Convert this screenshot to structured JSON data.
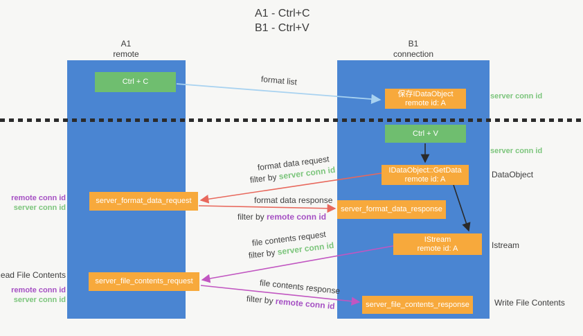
{
  "title": {
    "line1": "A1 - Ctrl+C",
    "line2": "B1 - Ctrl+V"
  },
  "columns": {
    "a1": {
      "name": "A1",
      "subtitle": "remote"
    },
    "b1": {
      "name": "B1",
      "subtitle": "connection"
    }
  },
  "nodes": {
    "ctrl_c": "Ctrl + C",
    "ctrl_v": "Ctrl + V",
    "save_dataobject": {
      "title": "保存IDataObject",
      "subtitle": "remote id: A"
    },
    "getdata": {
      "title": "IDataObject::GetData",
      "subtitle": "remote id: A"
    },
    "istream": {
      "title": "IStream",
      "subtitle": "remote id: A"
    },
    "format_request": "server_format_data_request",
    "format_response": "server_format_data_response",
    "file_request": "server_file_contents_request",
    "file_response": "server_file_contents_response"
  },
  "flow_labels": {
    "format_list": "format list",
    "format_data_request": "format data request",
    "format_data_response": "format data response",
    "file_contents_request": "file contents request",
    "file_contents_response": "file contents response",
    "filter_by_1": "filter by ",
    "filter_value_1": "server conn id",
    "filter_by_2": "filter by ",
    "filter_value_2": "remote conn id",
    "filter_by_3": "filter by ",
    "filter_value_3": "server conn id",
    "filter_by_4": "filter by ",
    "filter_value_4": "remote conn id"
  },
  "side_labels": {
    "right": {
      "server_conn_id_top": "server conn id",
      "server_conn_id_mid": "server conn id",
      "dataobject": "DataObject",
      "istream": "Istream",
      "write_file_contents": "Write File Contents"
    },
    "left": {
      "remote_conn_id_1": "remote conn id",
      "server_conn_id_1": "server conn id",
      "read_file_contents": "Read File Contents",
      "remote_conn_id_2": "remote conn id",
      "server_conn_id_2": "server conn id"
    }
  },
  "colors": {
    "column_blue": "#4a85d2",
    "box_green": "#6fbe6f",
    "box_orange": "#f7a93c",
    "arrow_light_blue": "#a8d2f0",
    "arrow_red": "#e8685c",
    "arrow_magenta": "#c156c1",
    "arrow_black": "#2a2a2a",
    "text_green": "#7cc57c",
    "text_purple": "#a550c3"
  }
}
